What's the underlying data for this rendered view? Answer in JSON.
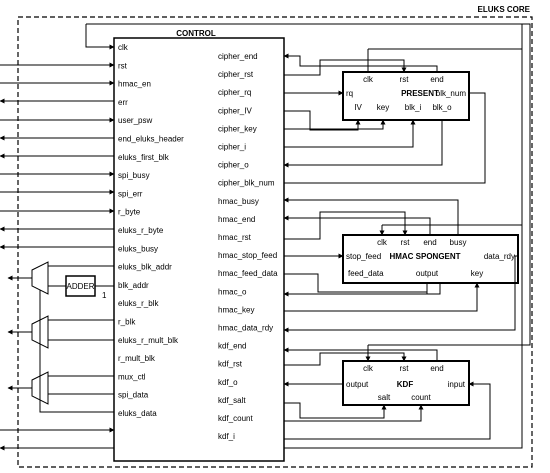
{
  "core_title": "ELUKS CORE",
  "control": {
    "title": "CONTROL",
    "left_ports": [
      "clk",
      "rst",
      "hmac_en",
      "err",
      "user_psw",
      "end_eluks_header",
      "eluks_first_blk",
      "spi_busy",
      "spi_err",
      "r_byte",
      "eluks_r_byte",
      "eluks_busy",
      "eluks_blk_addr",
      "blk_addr",
      "eluks_r_blk",
      "r_blk",
      "eluks_r_mult_blk",
      "r_mult_blk",
      "mux_ctl",
      "spi_data",
      "eluks_data"
    ],
    "right_ports": [
      "cipher_end",
      "cipher_rst",
      "cipher_rq",
      "cipher_IV",
      "cipher_key",
      "cipher_i",
      "cipher_o",
      "cipher_blk_num",
      "hmac_busy",
      "hmac_end",
      "hmac_rst",
      "hmac_stop_feed",
      "hmac_feed_data",
      "hmac_o",
      "hmac_key",
      "hmac_data_rdy",
      "kdf_end",
      "kdf_rst",
      "kdf_o",
      "kdf_salt",
      "kdf_count",
      "kdf_i"
    ]
  },
  "present": {
    "title": "PRESENT",
    "ports": {
      "clk": "clk",
      "rst": "rst",
      "end": "end",
      "rq": "rq",
      "blk_num": "blk_num",
      "iv": "IV",
      "key": "key",
      "blk_i": "blk_i",
      "blk_o": "blk_o"
    }
  },
  "hmac": {
    "title": "HMAC SPONGENT",
    "ports": {
      "clk": "clk",
      "rst": "rst",
      "end": "end",
      "busy": "busy",
      "stop_feed": "stop_feed",
      "data_rdy": "data_rdy",
      "feed_data": "feed_data",
      "output": "output",
      "key": "key"
    }
  },
  "kdf": {
    "title": "KDF",
    "ports": {
      "clk": "clk",
      "rst": "rst",
      "end": "end",
      "output": "output",
      "input": "input",
      "salt": "salt",
      "count": "count"
    }
  },
  "adder": {
    "title": "ADDER",
    "const": "1"
  }
}
